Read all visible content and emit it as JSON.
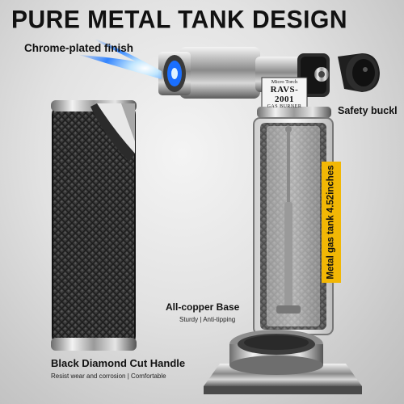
{
  "headline": "PURE METAL TANK DESIGN",
  "subhead": "Chrome-plated finish",
  "safety_label": "Safety buckl",
  "tank_label": "Metal gas tank 4.52inches",
  "base_label": "All-copper Base",
  "base_sub": "Sturdy | Anti-tipping",
  "handle_label": "Black Diamond Cut Handle",
  "handle_sub": "Resist wear and corrosion | Comfortable",
  "nameplate": {
    "line1": "Micro Torch",
    "line2": "RAVS-2001",
    "line3": "GAS BURNER"
  },
  "colors": {
    "flame": "#2a7fff",
    "label_yellow": "#f2b705",
    "knurl": "#1a1a1a"
  }
}
